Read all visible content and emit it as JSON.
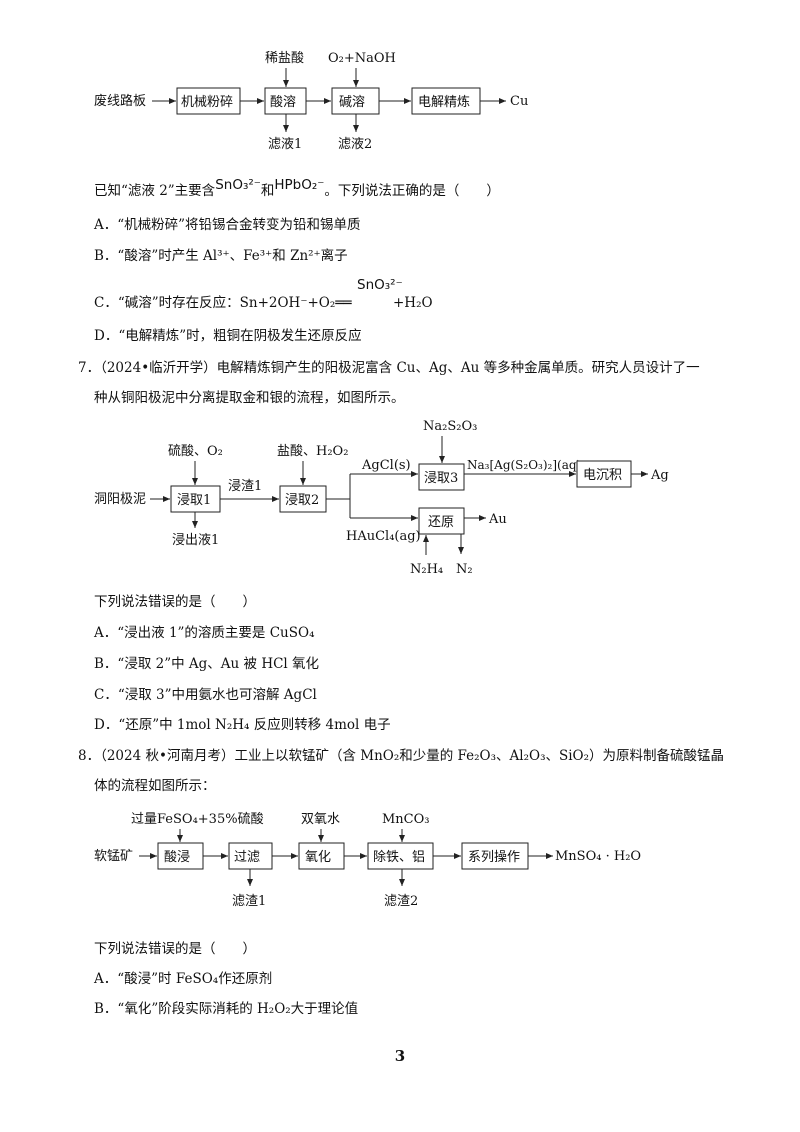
{
  "flow1": {
    "start": "废线路板",
    "boxes": [
      "机械粉碎",
      "酸溶",
      "碱溶",
      "电解精炼"
    ],
    "end": "Cu",
    "input_acid": "稀盐酸",
    "input_base": "O₂+NaOH",
    "filtrate1": "滤液1",
    "filtrate2": "滤液2"
  },
  "q6": {
    "stem_a": "已知“滤液 2”主要含",
    "stem_sno3": "SnO₃²⁻",
    "stem_and": "和",
    "stem_hpbo2": "HPbO₂⁻",
    "stem_b": "。下列说法正确的是（　　）",
    "options": [
      "A．“机械粉碎”将铅锡合金转变为铅和锡单质",
      "B．“酸溶”时产生 Al³⁺、Fe³⁺和 Zn²⁺离子",
      "C．“碱溶”时存在反应：Sn+2OH⁻+O₂══",
      "D．“电解精炼”时，粗铜在阴极发生还原反应"
    ],
    "option_c_ion": "SnO₃²⁻",
    "option_c_tail": "+H₂O"
  },
  "q7": {
    "line1": "7．（2024•临沂开学）电解精炼铜产生的阳极泥富含 Cu、Ag、Au 等多种金属单质。研究人员设计了一",
    "line2": "种从铜阳极泥中分离提取金和银的流程，如图所示。",
    "prompt": "下列说法错误的是（　　）",
    "options": [
      "A．“浸出液 1”的溶质主要是 CuSO₄",
      "B．“浸取 2”中 Ag、Au 被 HCl 氧化",
      "C．“浸取 3”中用氨水也可溶解 AgCl",
      "D．“还原”中 1mol  N₂H₄ 反应则转移 4mol 电子"
    ]
  },
  "flow2": {
    "start": "洞阳极泥",
    "leach1": "浸取1",
    "leach1_in": "硫酸、O₂",
    "residue1": "浸渣1",
    "leach2": "浸取2",
    "leach2_in": "盐酸、H₂O₂",
    "liquor1": "浸出液1",
    "agcl": "AgCl(s)",
    "leach3": "浸取3",
    "leach3_in": "Na₂S₂O₃",
    "complex": "Na₃[Ag(S₂O₃)₂](aq)",
    "electro": "电沉积",
    "ag": "Ag",
    "reduce": "还原",
    "au": "Au",
    "haucl4": "HAuCl₄(ag)",
    "n2h4": "N₂H₄",
    "n2": "N₂"
  },
  "q8": {
    "line1": "8．（2024 秋•河南月考）工业上以软锰矿（含 MnO₂和少量的 Fe₂O₃、Al₂O₃、SiO₂）为原料制备硫酸锰晶",
    "line2": "体的流程如图所示：",
    "prompt": "下列说法错误的是（　　）",
    "options": [
      "A．“酸浸”时 FeSO₄作还原剂",
      "B．“氧化”阶段实际消耗的 H₂O₂大于理论值"
    ]
  },
  "flow3": {
    "start": "软锰矿",
    "boxes": [
      "酸浸",
      "过滤",
      "氧化",
      "除铁、铝",
      "系列操作"
    ],
    "end": "MnSO₄ · H₂O",
    "in1": "过量FeSO₄+35%硫酸",
    "in2": "双氧水",
    "in3": "MnCO₃",
    "residue1": "滤渣1",
    "residue2": "滤渣2"
  },
  "page_number": "3"
}
